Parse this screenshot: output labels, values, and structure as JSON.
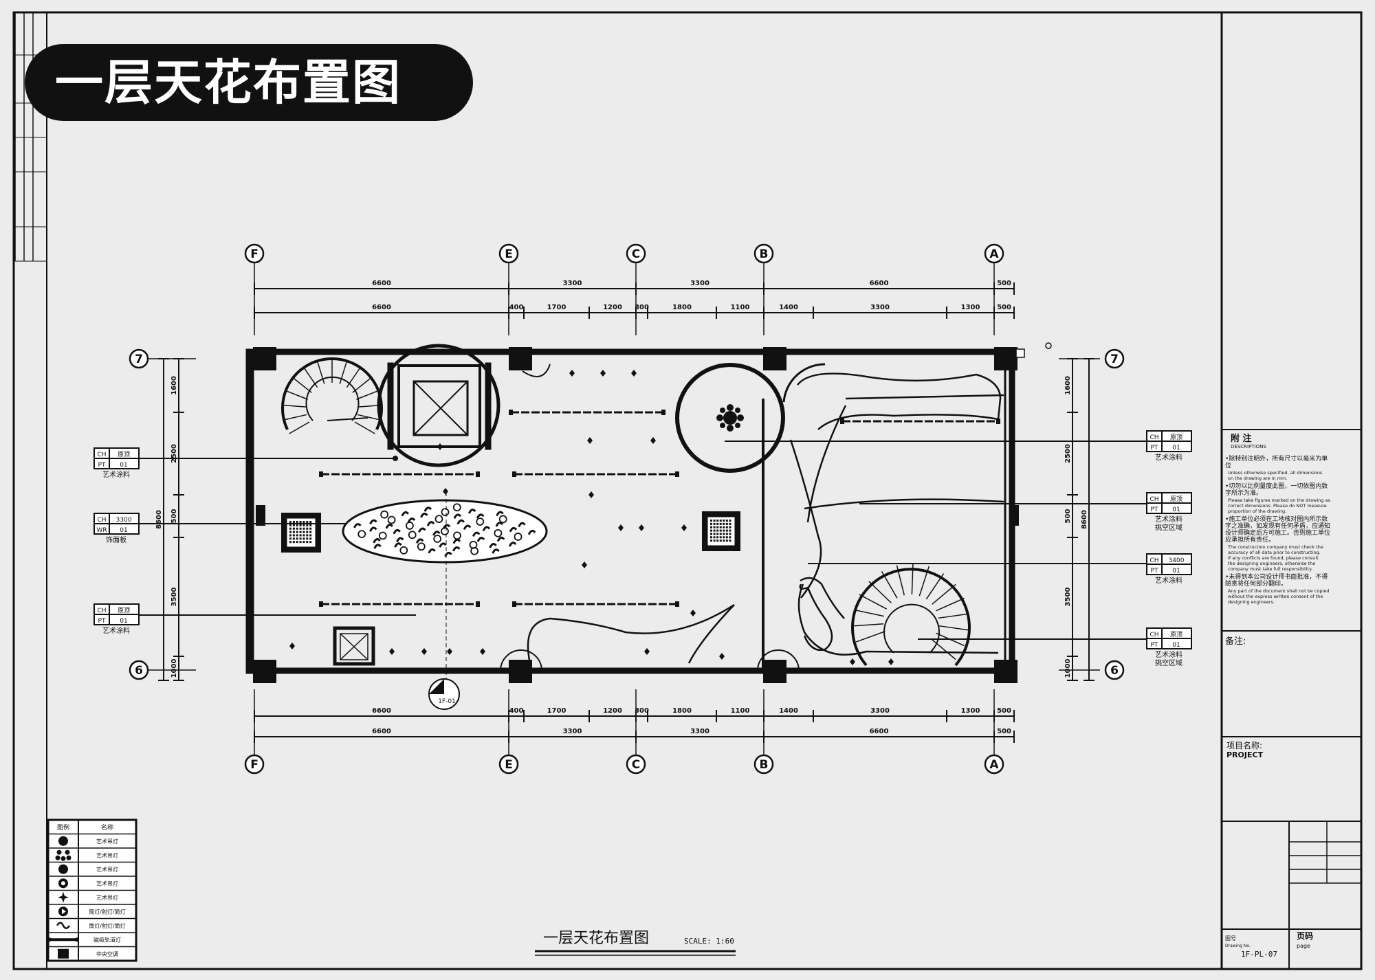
{
  "badge_title": "一层天花布置图",
  "grid_top": [
    "F",
    "E",
    "C",
    "B",
    "A"
  ],
  "grid_bottom": [
    "F",
    "E",
    "C",
    "B",
    "A"
  ],
  "grid_left": [
    "7",
    "6"
  ],
  "grid_right": [
    "7",
    "6"
  ],
  "dims": {
    "top_outer": [
      "6600",
      "3300",
      "3300",
      "6600",
      "500"
    ],
    "top_inner": [
      "6600",
      "400",
      "1700",
      "1200",
      "300",
      "1800",
      "1100",
      "1400",
      "3300",
      "1300",
      "500"
    ],
    "bottom_inner": [
      "6600",
      "400",
      "1700",
      "1200",
      "300",
      "1800",
      "1100",
      "1400",
      "3300",
      "1300",
      "500"
    ],
    "bottom_outer": [
      "6600",
      "3300",
      "3300",
      "6600",
      "500"
    ],
    "left_segments": [
      "1600",
      "2500",
      "500",
      "3500",
      "1000"
    ],
    "left_total": "8600",
    "right_segments": [
      "1600",
      "2500",
      "500",
      "3500",
      "1000"
    ],
    "right_total": "8600"
  },
  "tags_left": [
    {
      "ch": "CH",
      "ch_val": "原顶",
      "code": "PT",
      "code_val": "01",
      "note": "艺术涂料"
    },
    {
      "ch": "CH",
      "ch_val": "3300",
      "code": "WR",
      "code_val": "01",
      "note": "饰面板"
    },
    {
      "ch": "CH",
      "ch_val": "原顶",
      "code": "PT",
      "code_val": "01",
      "note": "艺术涂料"
    }
  ],
  "tags_right": [
    {
      "ch": "CH",
      "ch_val": "原顶",
      "code": "PT",
      "code_val": "01",
      "note": "艺术涂料",
      "note2": ""
    },
    {
      "ch": "CH",
      "ch_val": "原顶",
      "code": "PT",
      "code_val": "01",
      "note": "艺术涂料",
      "note2": "挑空区域"
    },
    {
      "ch": "CH",
      "ch_val": "3400",
      "code": "PT",
      "code_val": "01",
      "note": "艺术涂料",
      "note2": ""
    },
    {
      "ch": "CH",
      "ch_val": "原顶",
      "code": "PT",
      "code_val": "01",
      "note": "艺术涂料",
      "note2": "挑空区域"
    }
  ],
  "section_marker": "1F-01",
  "drawing_title": "一层天花布置图",
  "scale_text": "SCALE: 1:60",
  "legend": {
    "header_symbol": "图例",
    "header_name": "名称",
    "rows": [
      {
        "icon": "flower-pendant-icon",
        "name": "艺术吊灯"
      },
      {
        "icon": "cluster-pendant-icon",
        "name": "艺术吊灯"
      },
      {
        "icon": "round-pendant-icon",
        "name": "艺术吊灯"
      },
      {
        "icon": "disc-pendant-icon",
        "name": "艺术吊灯"
      },
      {
        "icon": "star-pendant-icon",
        "name": "艺术吊灯"
      },
      {
        "icon": "track-light-icon",
        "name": "筒灯/射灯/筒灯"
      },
      {
        "icon": "wave-light-icon",
        "name": "筒灯/射灯/筒灯"
      },
      {
        "icon": "linear-light-icon",
        "name": "磁吸轨道灯"
      },
      {
        "icon": "ac-vent-icon",
        "name": "中央空调"
      }
    ]
  },
  "notes": {
    "title_cn": "附  注",
    "title_en": "DESCRIPTIONS",
    "items": [
      {
        "cn": "除特别注明外，所有尺寸以毫米为单位",
        "en": "Unless otherwise specified, all dimensions on the drawing are in mm."
      },
      {
        "cn": "切勿以比例量度此图，一切依图内数字所示为准。",
        "en": "Please take figures marked on the drawing as correct dimensions. Please do NOT measure proportion of the drawing."
      },
      {
        "cn": "施工单位必须在工地核对图内所示数字之准确，如发现有任何矛盾，应通知设计师确定后方可施工。否则施工单位应承担所有责任。",
        "en": "The construction company must check the accuracy of all data prior to constructing. If any conflicts are found, please consult the designing engineers, otherwise the company must take full responsibility."
      },
      {
        "cn": "未得到本公司设计师书面批准，不得随意将任何部分翻印。",
        "en": "Any part of the document shall not be copied without the express written consent of the designing engineers."
      }
    ]
  },
  "remarks_label": "备注:",
  "project_label_cn": "项目名称:",
  "project_label_en": "PROJECT",
  "drawing_no_label": "图号",
  "drawing_no_label_en": "Drawing No.",
  "drawing_no": "1F-PL-07",
  "page_label": "页码",
  "page_label_en": "page"
}
